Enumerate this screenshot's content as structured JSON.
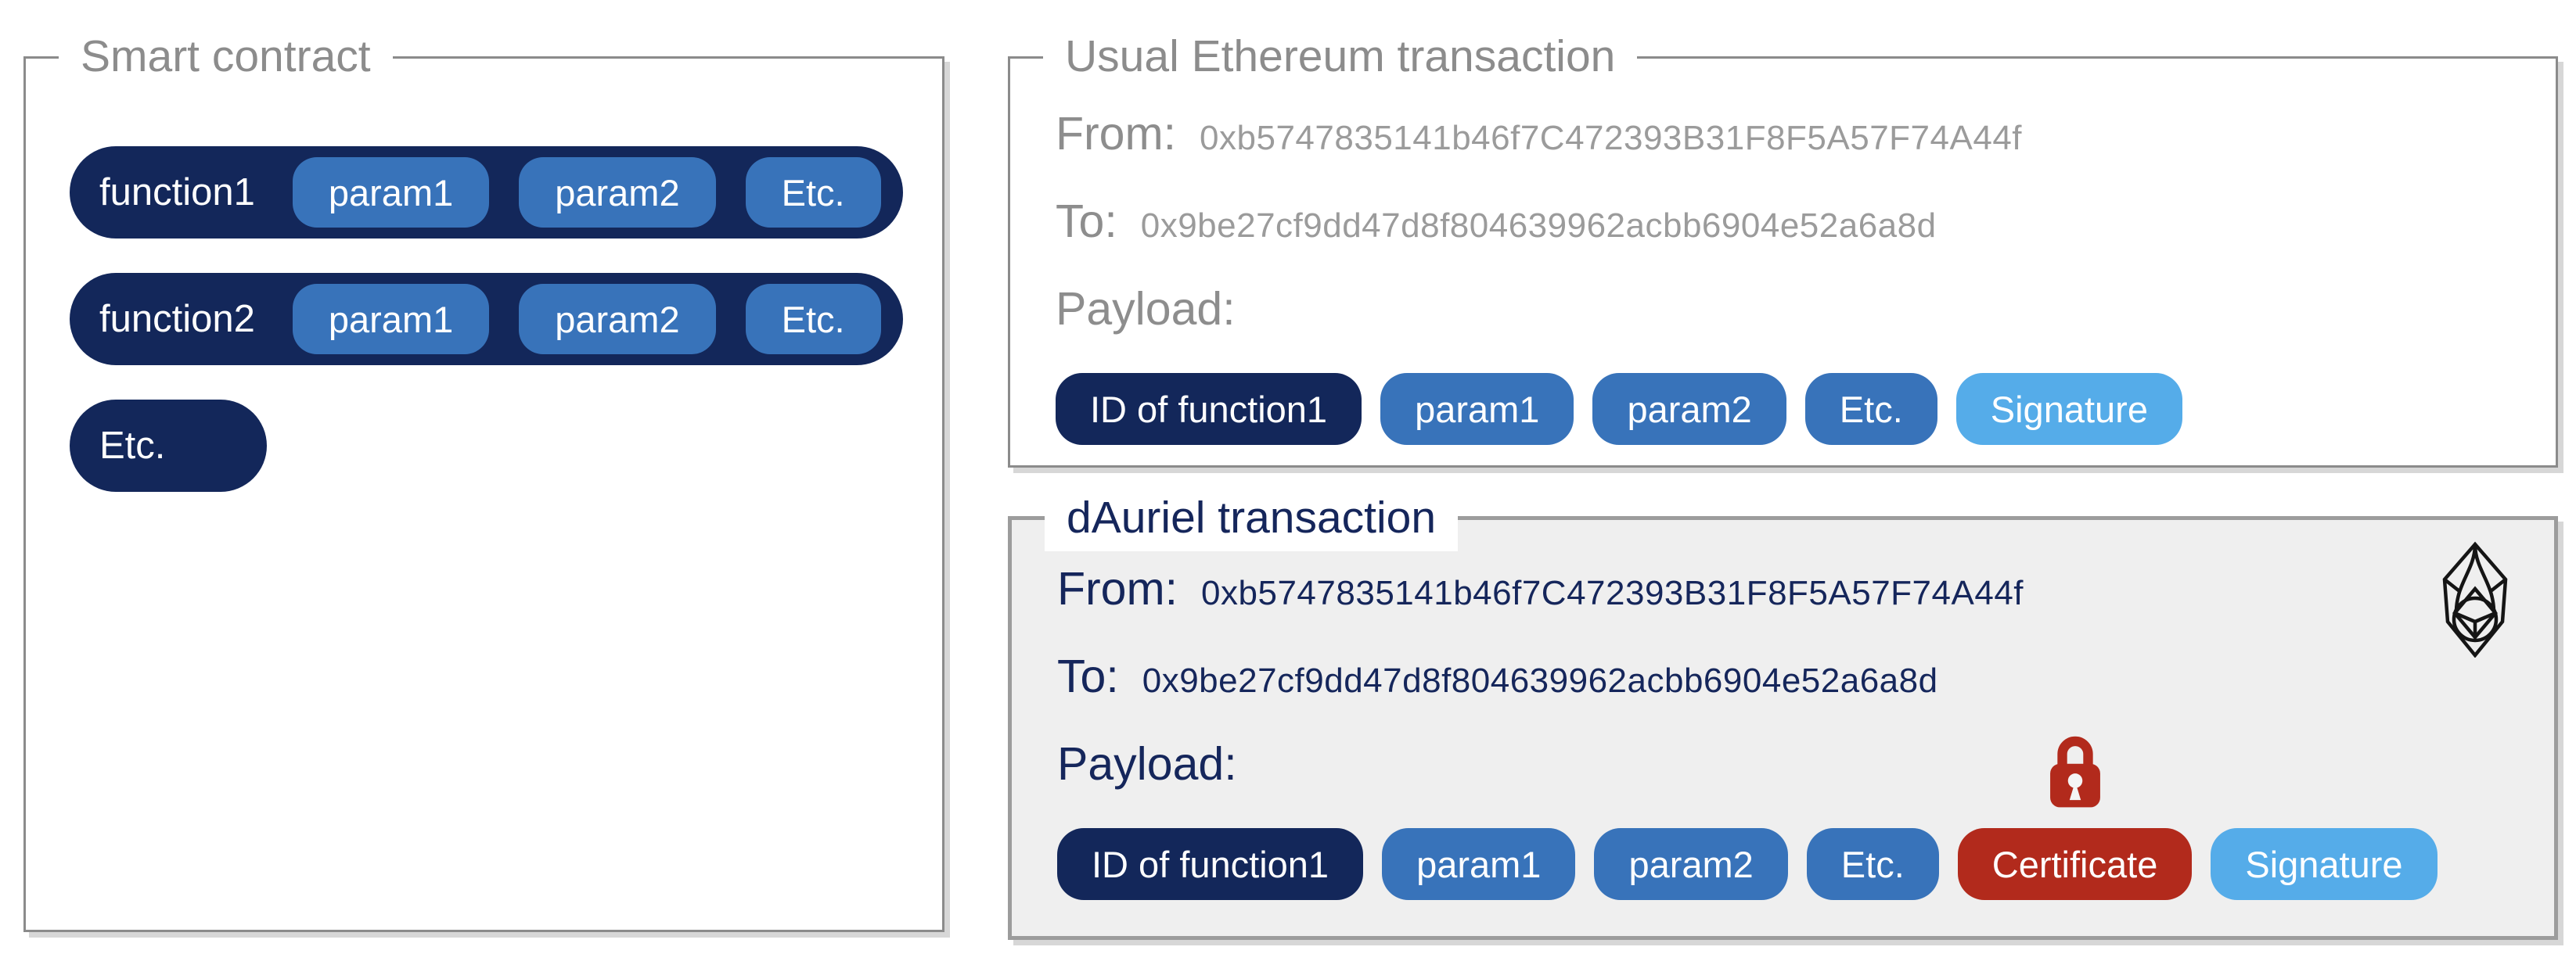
{
  "panels": {
    "smart_contract": {
      "title": "Smart contract",
      "functions": [
        {
          "label": "function1",
          "params": [
            "param1",
            "param2",
            "Etc."
          ]
        },
        {
          "label": "function2",
          "params": [
            "param1",
            "param2",
            "Etc."
          ]
        },
        {
          "label": "Etc.",
          "params": []
        }
      ]
    },
    "ethereum_tx": {
      "title": "Usual Ethereum transaction",
      "from_label": "From:",
      "from_value": "0xb5747835141b46f7C472393B31F8F5A57F74A44f",
      "to_label": "To:",
      "to_value": "0x9be27cf9dd47d8f804639962acbb6904e52a6a8d",
      "payload_label": "Payload:",
      "payload": [
        {
          "label": "ID of function1",
          "style": "navy"
        },
        {
          "label": "param1",
          "style": "blue"
        },
        {
          "label": "param2",
          "style": "blue"
        },
        {
          "label": "Etc.",
          "style": "blue"
        },
        {
          "label": "Signature",
          "style": "sky"
        }
      ]
    },
    "dauriel_tx": {
      "title": "dAuriel transaction",
      "from_label": "From:",
      "from_value": "0xb5747835141b46f7C472393B31F8F5A57F74A44f",
      "to_label": "To:",
      "to_value": "0x9be27cf9dd47d8f804639962acbb6904e52a6a8d",
      "payload_label": "Payload:",
      "payload": [
        {
          "label": "ID of function1",
          "style": "navy"
        },
        {
          "label": "param1",
          "style": "blue"
        },
        {
          "label": "param2",
          "style": "blue"
        },
        {
          "label": "Etc.",
          "style": "blue"
        },
        {
          "label": "Certificate",
          "style": "red"
        },
        {
          "label": "Signature",
          "style": "sky"
        }
      ],
      "icons": {
        "lock": "lock-icon",
        "logo": "dauriel-logo-icon"
      }
    }
  },
  "colors": {
    "navy": "#13275a",
    "blue": "#3873ba",
    "sky": "#55ace9",
    "red": "#b22a1c",
    "gray_text": "#8c8c8c",
    "gray_border": "#8b8b8b",
    "dauriel_bg": "#efefef",
    "navy_text": "#15265b"
  }
}
